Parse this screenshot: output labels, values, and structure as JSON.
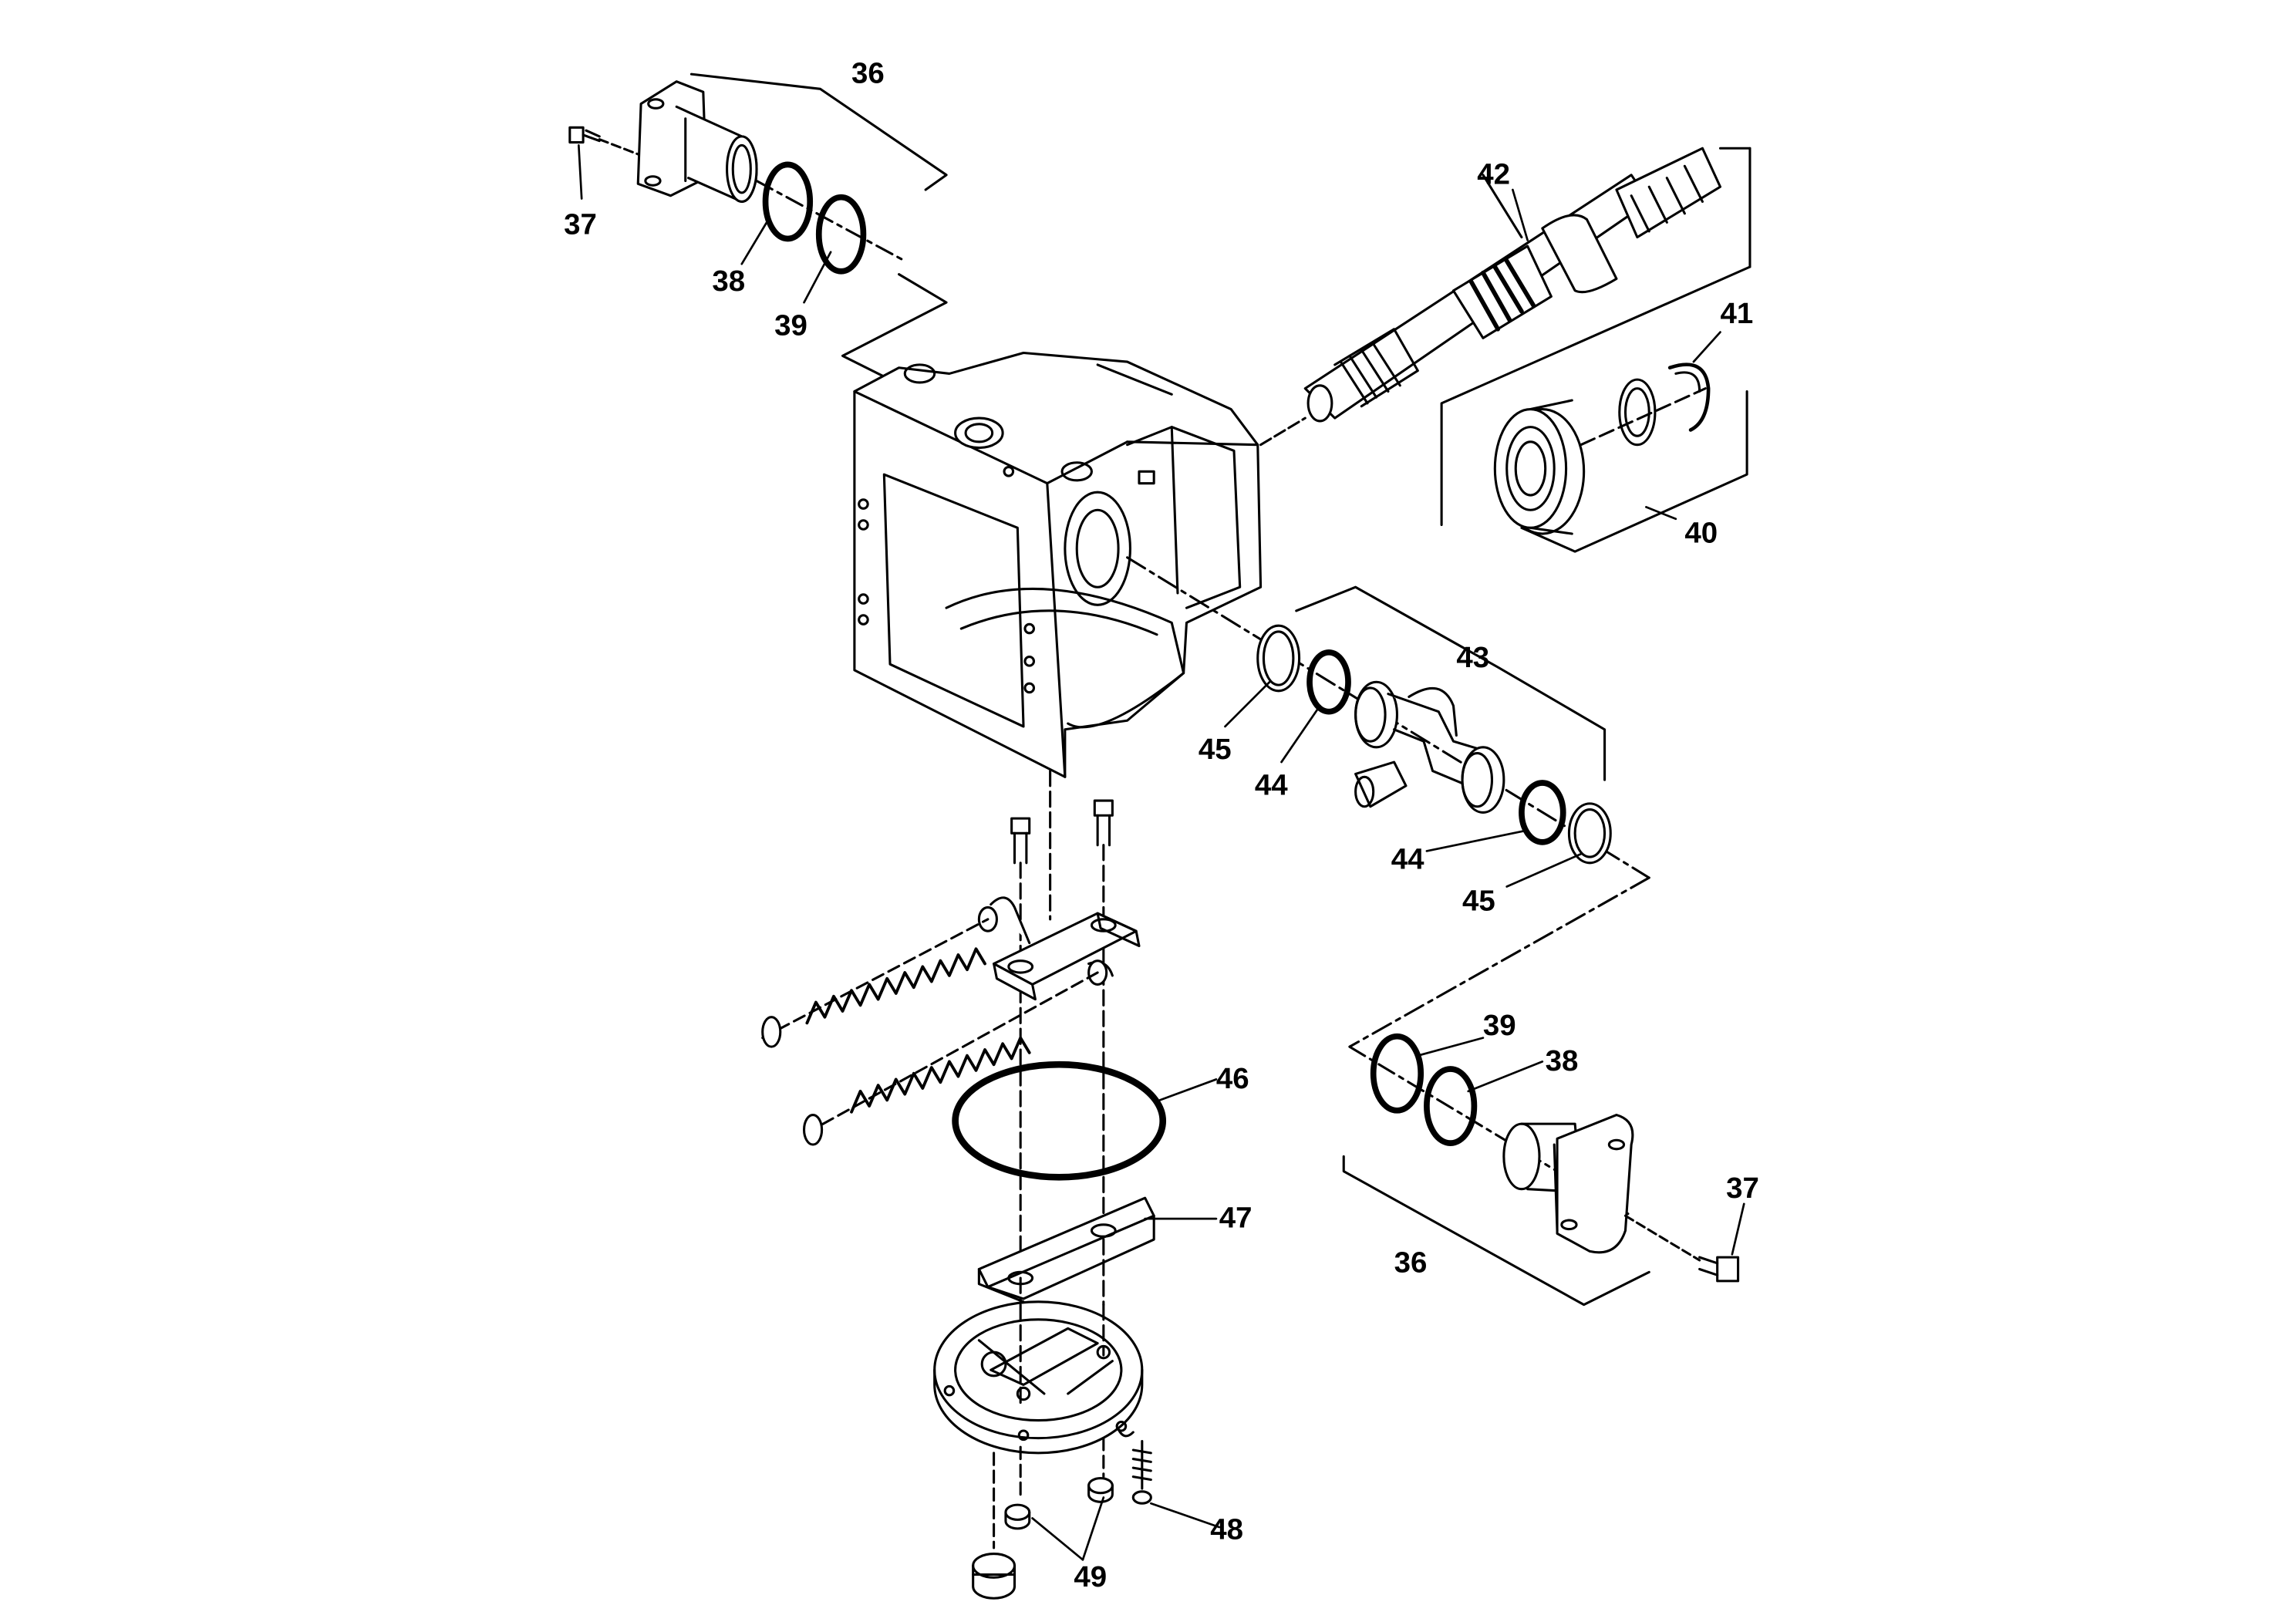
{
  "callouts": {
    "c36a": "36",
    "c37a": "37",
    "c38a": "38",
    "c39a": "39",
    "c42": "42",
    "c41": "41",
    "c40": "40",
    "c43": "43",
    "c45a": "45",
    "c44a": "44",
    "c44b": "44",
    "c45b": "45",
    "c39b": "39",
    "c38b": "38",
    "c46": "46",
    "c37b": "37",
    "c47": "47",
    "c36b": "36",
    "c48": "48",
    "c49": "49"
  },
  "colors": {
    "ink": "#000000",
    "paper": "#ffffff",
    "shade": "#d9d9d9"
  }
}
